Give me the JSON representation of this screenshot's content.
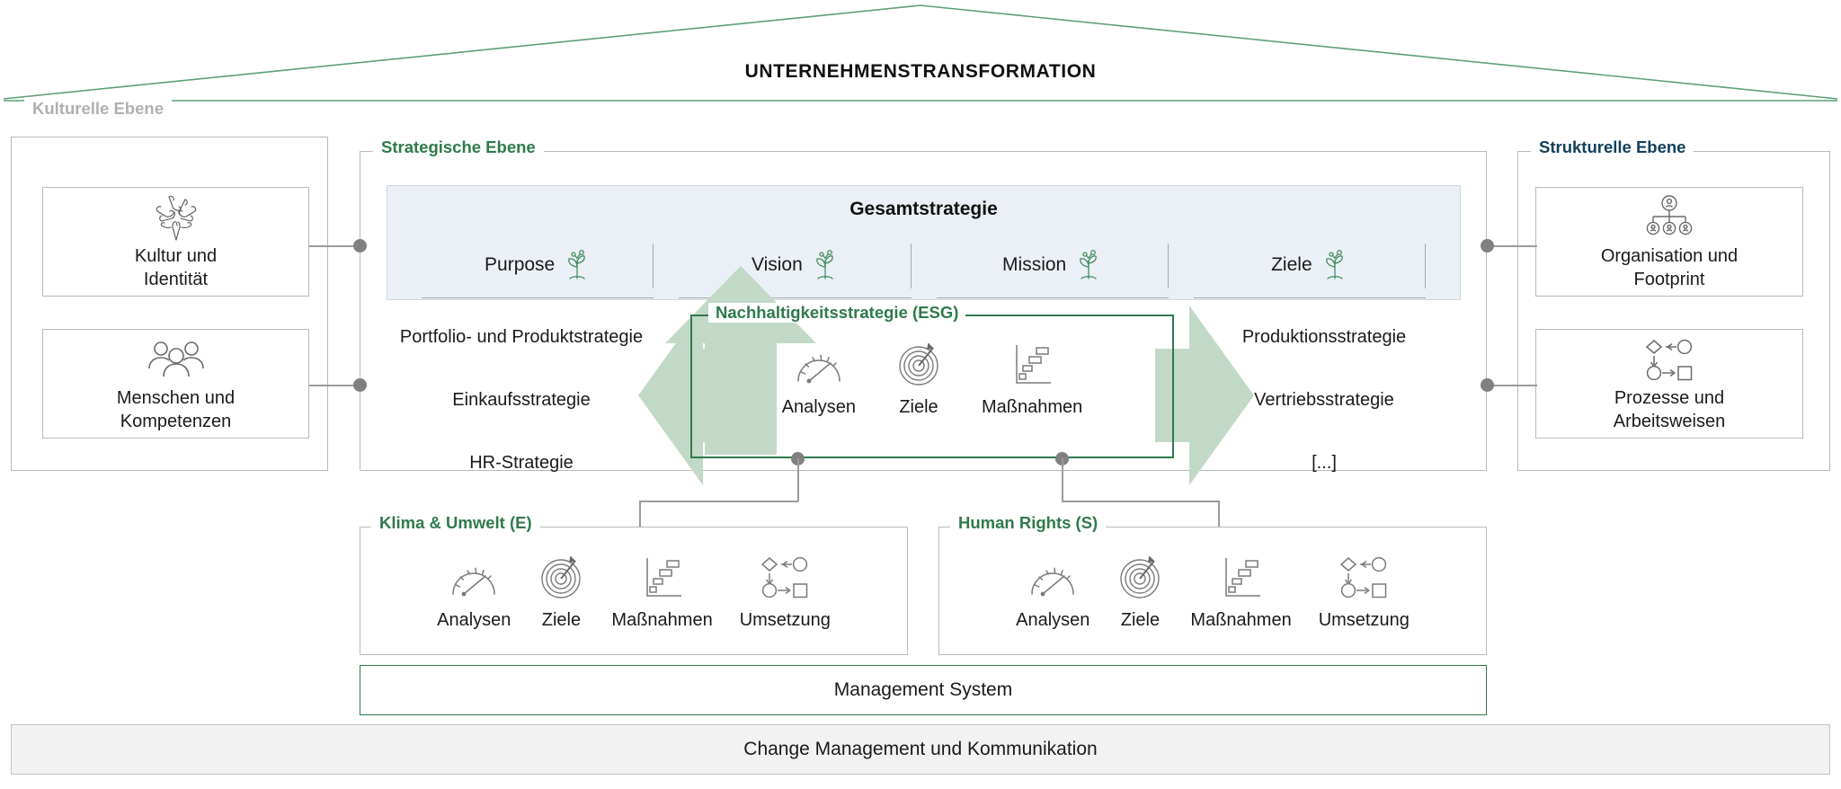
{
  "header": {
    "title": "UNTERNEHMENSTRANSFORMATION",
    "roof_color": "#5f9e77"
  },
  "colors": {
    "green": "#2f7a4d",
    "navy": "#13405c",
    "grey": "#b0b0b0",
    "arrow_fill": "#c3d9c8",
    "gesamt_bg": "#eaf0f5"
  },
  "cultural_level": {
    "title": "Kulturelle\nEbene",
    "cards": [
      {
        "label": "Kultur und\nIdentität",
        "icon": "hands-circle-icon"
      },
      {
        "label": "Menschen und\nKompetenzen",
        "icon": "people-group-icon"
      }
    ]
  },
  "structural_level": {
    "title": "Strukturelle Ebene",
    "cards": [
      {
        "label": "Organisation und\nFootprint",
        "icon": "org-chart-icon"
      },
      {
        "label": "Prozesse und\nArbeitsweisen",
        "icon": "process-flow-icon"
      }
    ]
  },
  "strategic_level": {
    "title": "Strategische Ebene",
    "overall_strategy": {
      "title": "Gesamtstrategie",
      "items": [
        {
          "label": "Purpose",
          "icon": "seedling-icon"
        },
        {
          "label": "Vision",
          "icon": "seedling-icon"
        },
        {
          "label": "Mission",
          "icon": "seedling-icon"
        },
        {
          "label": "Ziele",
          "icon": "seedling-icon"
        }
      ]
    },
    "left_strategies": [
      "Portfolio- und Produktstrategie",
      "Einkaufsstrategie",
      "HR-Strategie"
    ],
    "right_strategies": [
      "Produktionsstrategie",
      "Vertriebsstrategie",
      "[...]"
    ],
    "esg": {
      "title": "Nachhaltigkeitsstrategie (ESG)",
      "steps": [
        {
          "label": "Analysen",
          "icon": "gauge-icon"
        },
        {
          "label": "Ziele",
          "icon": "target-arrow-icon"
        },
        {
          "label": "Maßnahmen",
          "icon": "bar-chart-icon"
        }
      ]
    }
  },
  "topic_boxes": [
    {
      "title": "Klima & Umwelt (E)",
      "steps": [
        {
          "label": "Analysen",
          "icon": "gauge-icon"
        },
        {
          "label": "Ziele",
          "icon": "target-arrow-icon"
        },
        {
          "label": "Maßnahmen",
          "icon": "bar-chart-icon"
        },
        {
          "label": "Umsetzung",
          "icon": "process-flow-icon"
        }
      ]
    },
    {
      "title": "Human Rights (S)",
      "steps": [
        {
          "label": "Analysen",
          "icon": "gauge-icon"
        },
        {
          "label": "Ziele",
          "icon": "target-arrow-icon"
        },
        {
          "label": "Maßnahmen",
          "icon": "bar-chart-icon"
        },
        {
          "label": "Umsetzung",
          "icon": "process-flow-icon"
        }
      ]
    }
  ],
  "management_system": {
    "label": "Management System"
  },
  "change_management": {
    "label": "Change Management und Kommunikation"
  }
}
